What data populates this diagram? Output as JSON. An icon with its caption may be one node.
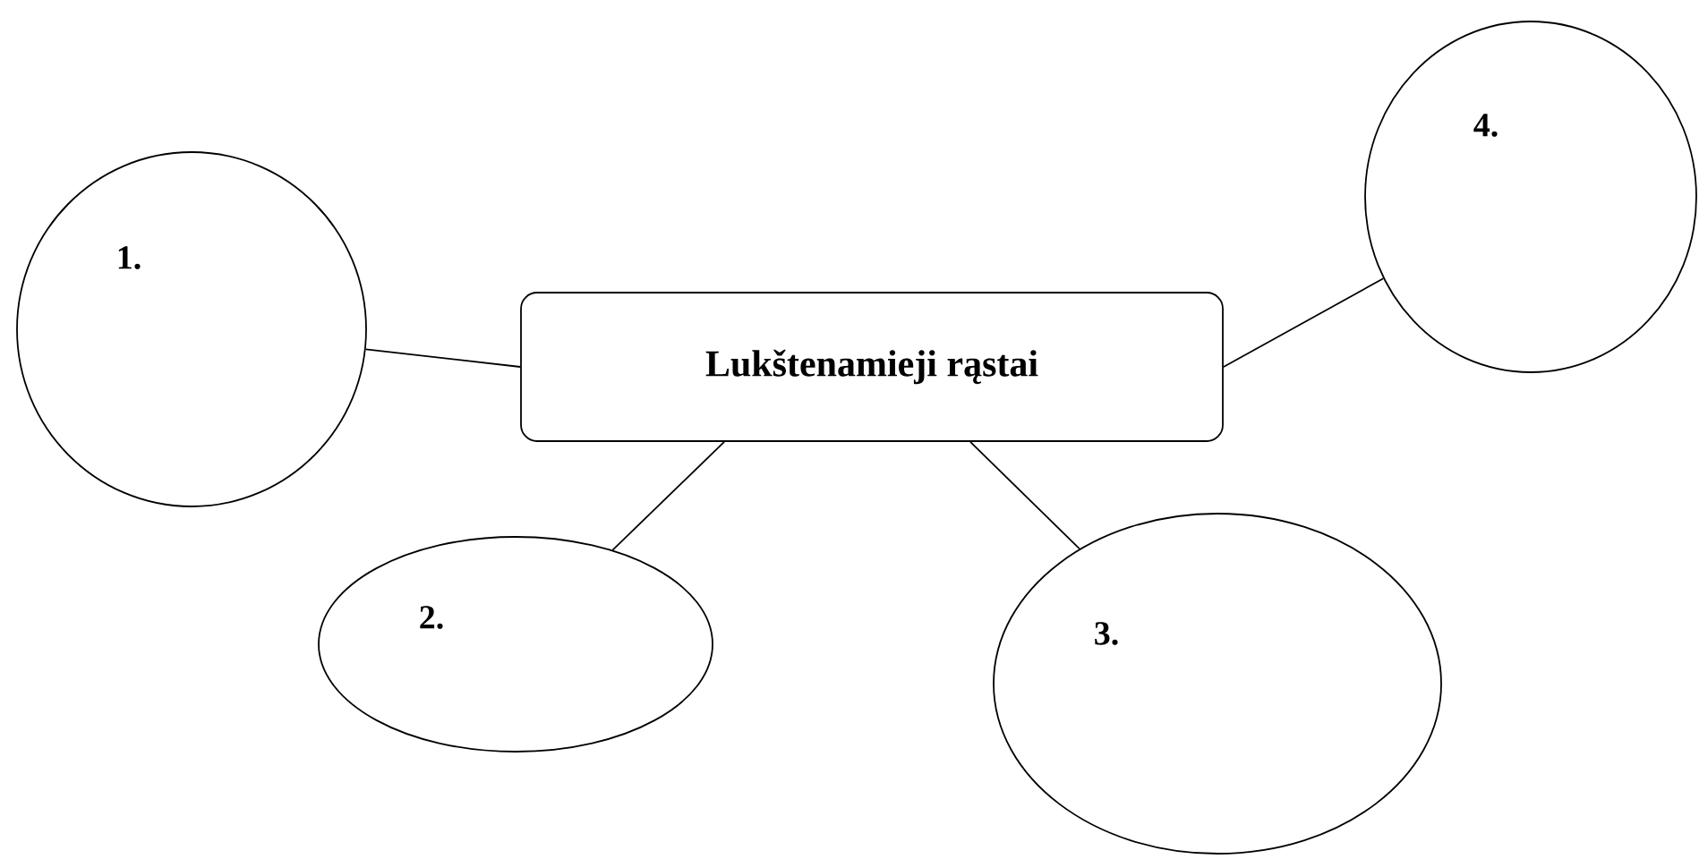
{
  "diagram": {
    "nodes": [
      {
        "text": [
          "Lukštenamieji rąstai"
        ]
      },
      {
        "text": [
          "1."
        ]
      },
      {
        "text": [
          "2."
        ]
      },
      {
        "text": [
          "3."
        ]
      },
      {
        "text": [
          "4."
        ]
      }
    ],
    "edges": [
      {
        "from": 0,
        "to": 1,
        "arrow": "none"
      },
      {
        "from": 0,
        "to": 2,
        "arrow": "none"
      },
      {
        "from": 0,
        "to": 3,
        "arrow": "none"
      },
      {
        "from": 0,
        "to": 4,
        "arrow": "none"
      }
    ]
  }
}
